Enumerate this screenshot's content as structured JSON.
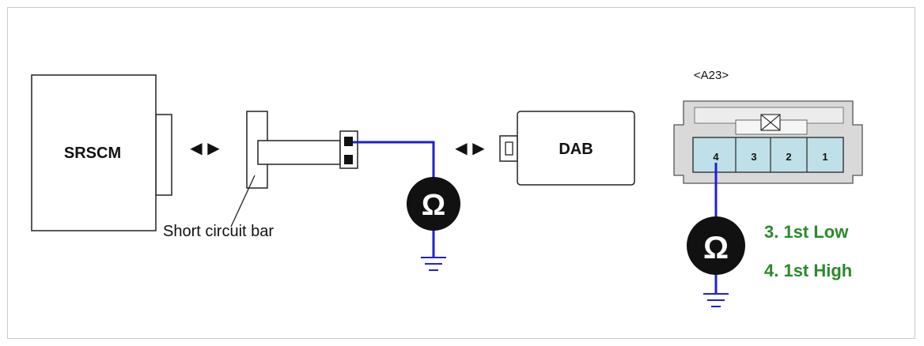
{
  "diagram": {
    "srscm_label": "SRSCM",
    "short_bar_label": "Short circuit bar",
    "dab_label": "DAB",
    "connector_title": "<A23>",
    "ohm_symbol": "Ω",
    "arrow_left": "◀",
    "arrow_right": "▶",
    "pins": [
      "4",
      "3",
      "2",
      "1"
    ],
    "notes": [
      "3. 1st Low",
      "4. 1st High"
    ],
    "colors": {
      "wire": "#1f1fd6",
      "note": "#2a8a2a",
      "connector_fill": "#bfe0e8",
      "housing": "#d6d6d6"
    }
  }
}
